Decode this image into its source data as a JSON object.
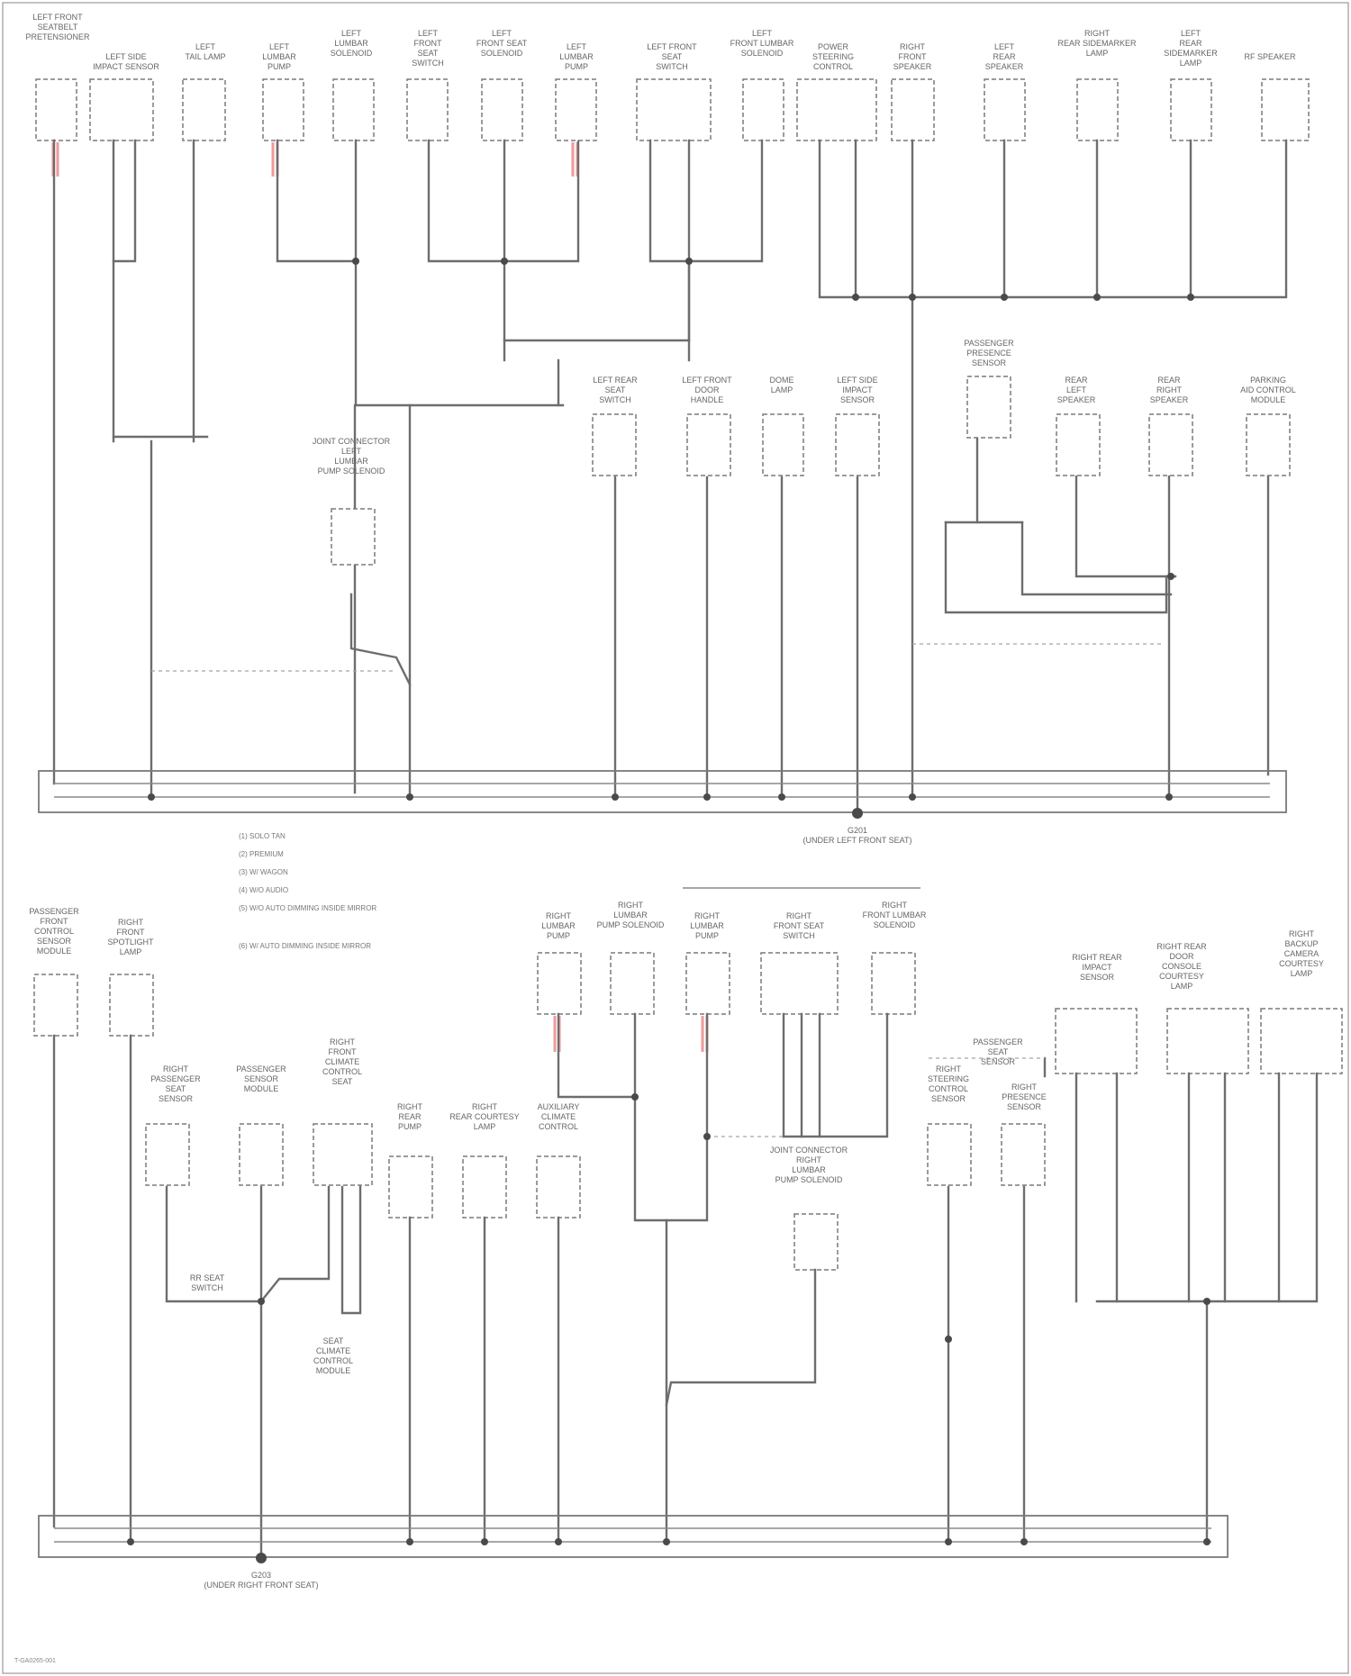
{
  "footer": {
    "code": "T-GA0265-001"
  },
  "ground_labels": {
    "upper": [
      "G201",
      "(UNDER LEFT FRONT SEAT)"
    ],
    "lower": [
      "G203",
      "(UNDER RIGHT FRONT SEAT)"
    ]
  },
  "legend": [
    "(1) SOLO TAN",
    "(2) PREMIUM",
    "(3) W/ WAGON",
    "(4) W/O AUDIO",
    "(5) W/O AUTO DIMMING INSIDE MIRROR",
    "(6) W/ AUTO DIMMING INSIDE MIRROR"
  ],
  "components": {
    "top": [
      [
        "LEFT FRONT",
        "SEATBELT",
        "PRETENSIONER"
      ],
      [
        "LEFT SIDE",
        "IMPACT SENSOR"
      ],
      [
        "LEFT",
        "TAIL LAMP"
      ],
      [
        "LEFT",
        "LUMBAR",
        "PUMP"
      ],
      [
        "LEFT",
        "LUMBAR",
        "SOLENOID"
      ],
      [
        "LEFT",
        "FRONT",
        "SEAT",
        "SWITCH"
      ],
      [
        "LEFT",
        "FRONT SEAT",
        "SOLENOID"
      ],
      [
        "LEFT",
        "LUMBAR",
        "PUMP"
      ],
      [
        "LEFT FRONT",
        "SEAT",
        "SWITCH"
      ],
      [
        "LEFT",
        "FRONT LUMBAR",
        "SOLENOID"
      ],
      [
        "POWER",
        "STEERING",
        "CONTROL"
      ],
      [
        "RIGHT",
        "FRONT",
        "SPEAKER"
      ],
      [
        "LEFT",
        "REAR",
        "SPEAKER"
      ],
      [
        "RIGHT",
        "REAR SIDEMARKER",
        "LAMP"
      ],
      [
        "LEFT",
        "REAR",
        "SIDEMARKER",
        "LAMP"
      ],
      [
        "RF SPEAKER"
      ]
    ],
    "mid": [
      [
        "LEFT REAR",
        "SEAT",
        "SWITCH"
      ],
      [
        "LEFT FRONT",
        "DOOR",
        "HANDLE"
      ],
      [
        "DOME",
        "LAMP"
      ],
      [
        "LEFT SIDE",
        "IMPACT",
        "SENSOR"
      ],
      [
        "PASSENGER",
        "PRESENCE",
        "SENSOR"
      ],
      [
        "REAR",
        "LEFT",
        "SPEAKER"
      ],
      [
        "REAR",
        "RIGHT",
        "SPEAKER"
      ],
      [
        "PARKING",
        "AID CONTROL",
        "MODULE"
      ],
      [
        "JOINT CONNECTOR",
        "LEFT",
        "LUMBAR",
        "PUMP SOLENOID"
      ]
    ],
    "bottom": [
      [
        "PASSENGER",
        "FRONT",
        "CONTROL",
        "SENSOR",
        "MODULE"
      ],
      [
        "RIGHT",
        "FRONT",
        "SPOTLIGHT",
        "LAMP"
      ],
      [
        "RIGHT",
        "LUMBAR",
        "PUMP"
      ],
      [
        "RIGHT",
        "LUMBAR",
        "PUMP SOLENOID"
      ],
      [
        "RIGHT",
        "LUMBAR",
        "PUMP"
      ],
      [
        "RIGHT",
        "FRONT SEAT",
        "SWITCH"
      ],
      [
        "RIGHT",
        "FRONT LUMBAR",
        "SOLENOID"
      ],
      [
        "RIGHT",
        "PASSENGER",
        "SEAT",
        "SENSOR"
      ],
      [
        "PASSENGER",
        "SENSOR",
        "MODULE"
      ],
      [
        "RIGHT",
        "FRONT",
        "CLIMATE",
        "CONTROL",
        "SEAT"
      ],
      [
        "RIGHT",
        "REAR",
        "PUMP"
      ],
      [
        "RIGHT",
        "REAR COURTESY",
        "LAMP"
      ],
      [
        "AUXILIARY",
        "CLIMATE",
        "CONTROL"
      ],
      [
        "JOINT CONNECTOR",
        "RIGHT",
        "LUMBAR",
        "PUMP SOLENOID"
      ],
      [
        "RIGHT",
        "STEERING",
        "CONTROL",
        "SENSOR"
      ],
      [
        "RIGHT",
        "PRESENCE",
        "SENSOR"
      ],
      [
        "RIGHT REAR",
        "IMPACT",
        "SENSOR"
      ],
      [
        "RIGHT REAR",
        "DOOR",
        "CONSOLE",
        "COURTESY",
        "LAMP"
      ],
      [
        "RIGHT",
        "BACKUP",
        "CAMERA",
        "COURTESY",
        "LAMP"
      ],
      [
        "RR SEAT",
        "SWITCH"
      ],
      [
        "PASSENGER",
        "SEAT",
        "SENSOR"
      ],
      [
        "SEAT",
        "CLIMATE",
        "CONTROL",
        "MODULE"
      ]
    ]
  }
}
